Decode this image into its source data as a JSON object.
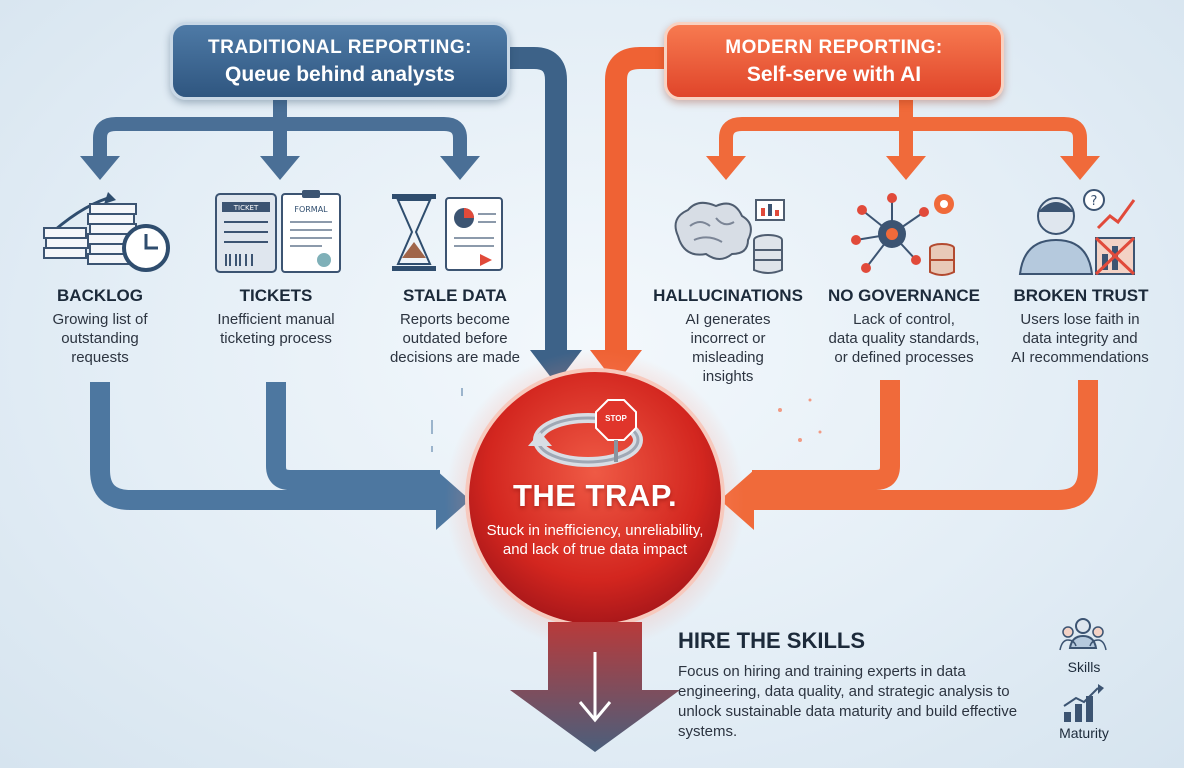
{
  "traditional": {
    "line1": "TRADITIONAL REPORTING:",
    "line2": "Queue behind analysts",
    "color": "#3a6590",
    "items": [
      {
        "title": "BACKLOG",
        "desc": [
          "Growing list of",
          "outstanding",
          "requests"
        ]
      },
      {
        "title": "TICKETS",
        "desc": [
          "Inefficient manual",
          "ticketing process"
        ]
      },
      {
        "title": "STALE DATA",
        "desc": [
          "Reports become",
          "outdated before",
          "decisions are made"
        ]
      }
    ],
    "ticket_label": "TICKET",
    "form_label": "FORMAL"
  },
  "modern": {
    "line1": "MODERN REPORTING:",
    "line2": "Self-serve with AI",
    "color": "#ec5a33",
    "items": [
      {
        "title": "HALLUCINATIONS",
        "desc": [
          "AI generates",
          "incorrect or",
          "misleading",
          "insights"
        ]
      },
      {
        "title": "NO GOVERNANCE",
        "desc": [
          "Lack of control,",
          "data quality standards,",
          "or defined processes"
        ]
      },
      {
        "title": "BROKEN TRUST",
        "desc": [
          "Users lose faith in",
          "data integrity and",
          "AI recommendations"
        ]
      }
    ]
  },
  "trap": {
    "title": "THE TRAP.",
    "desc": "Stuck in inefficiency, unreliability, and lack of true data impact",
    "stop_label": "STOP",
    "color": "#d8302a"
  },
  "hire": {
    "title": "HIRE THE SKILLS",
    "desc": "Focus on hiring and training experts in data engineering, data quality, and strategic analysis to unlock sustainable data maturity and build effective systems.",
    "skills_label": "Skills",
    "maturity_label": "Maturity"
  }
}
